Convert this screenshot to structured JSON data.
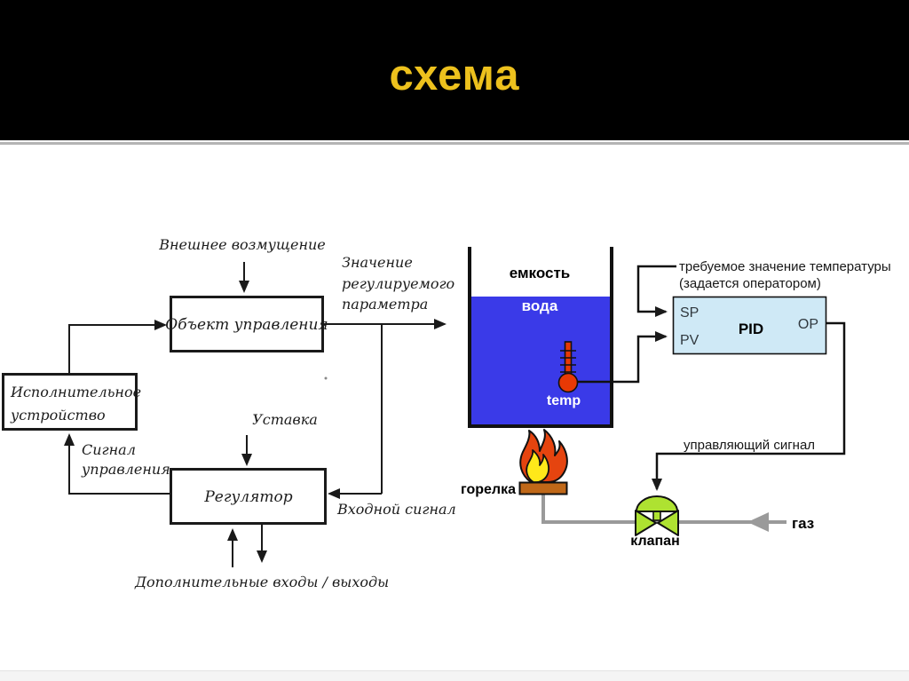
{
  "header": {
    "title": "схема"
  },
  "left_diagram": {
    "disturbance_label": "Внешнее возмущение",
    "control_object_label": "Объект управления",
    "param_value_lines": {
      "l1": "Значение",
      "l2": "регулируемого",
      "l3": "параметра"
    },
    "actuator_lines": {
      "l1": "Исполнительное",
      "l2": "устройство"
    },
    "control_signal_lines": {
      "l1": "Сигнал",
      "l2": "управления"
    },
    "setpoint_label": "Уставка",
    "regulator_label": "Регулятор",
    "input_signal_label": "Входной сигнал",
    "aux_io_label": "Дополнительные входы / выходы"
  },
  "right_diagram": {
    "tank_label": "емкость",
    "water_label": "вода",
    "temp_label": "temp",
    "required_temp_lines": {
      "l1": "требуемое значение температуры",
      "l2": "(задается оператором)"
    },
    "pid_block": {
      "sp": "SP",
      "pv": "PV",
      "pid": "PID",
      "op": "OP"
    },
    "control_signal_label": "управляющий сигнал",
    "burner_label": "горелка",
    "valve_label": "клапан",
    "gas_label": "газ"
  },
  "palette": {
    "title_gold": "#EDC11D",
    "water_blue": "#3A3AE8",
    "pid_fill": "#CFE9F6",
    "valve_green": "#AEE231",
    "flame_red": "#E5440F",
    "flame_yellow": "#FFE81A",
    "burner_brown": "#C06818",
    "pipe_gray": "#9A9A9A",
    "thermometer_red": "#E83905"
  }
}
